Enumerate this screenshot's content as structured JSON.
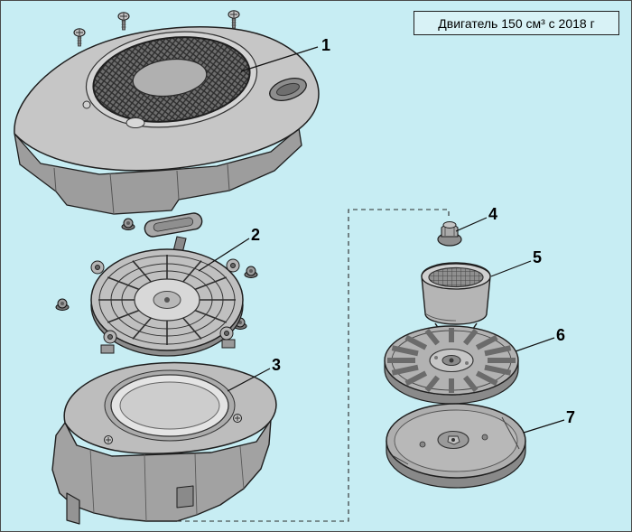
{
  "diagram": {
    "title": "Двигатель 150 см³ с 2018 г"
  },
  "callouts": [
    {
      "id": "1"
    },
    {
      "id": "2"
    },
    {
      "id": "3"
    },
    {
      "id": "4"
    },
    {
      "id": "5"
    },
    {
      "id": "6"
    },
    {
      "id": "7"
    }
  ],
  "colors": {
    "background": "#c7edf3",
    "outline": "#1f1f1f",
    "part_light": "#d4d4d4",
    "part_mid": "#b3b3b3",
    "part_dark": "#8c8c8c"
  }
}
